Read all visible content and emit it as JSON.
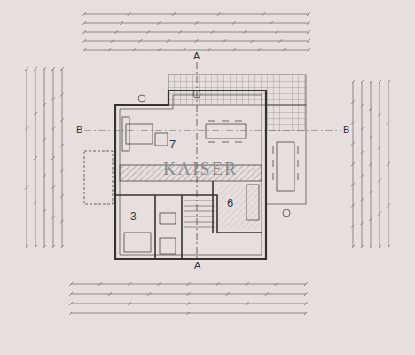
{
  "diagram": {
    "labels": [
      "7",
      "6",
      "3",
      "A",
      "A",
      "B",
      "B",
      "KAISER"
    ]
  }
}
